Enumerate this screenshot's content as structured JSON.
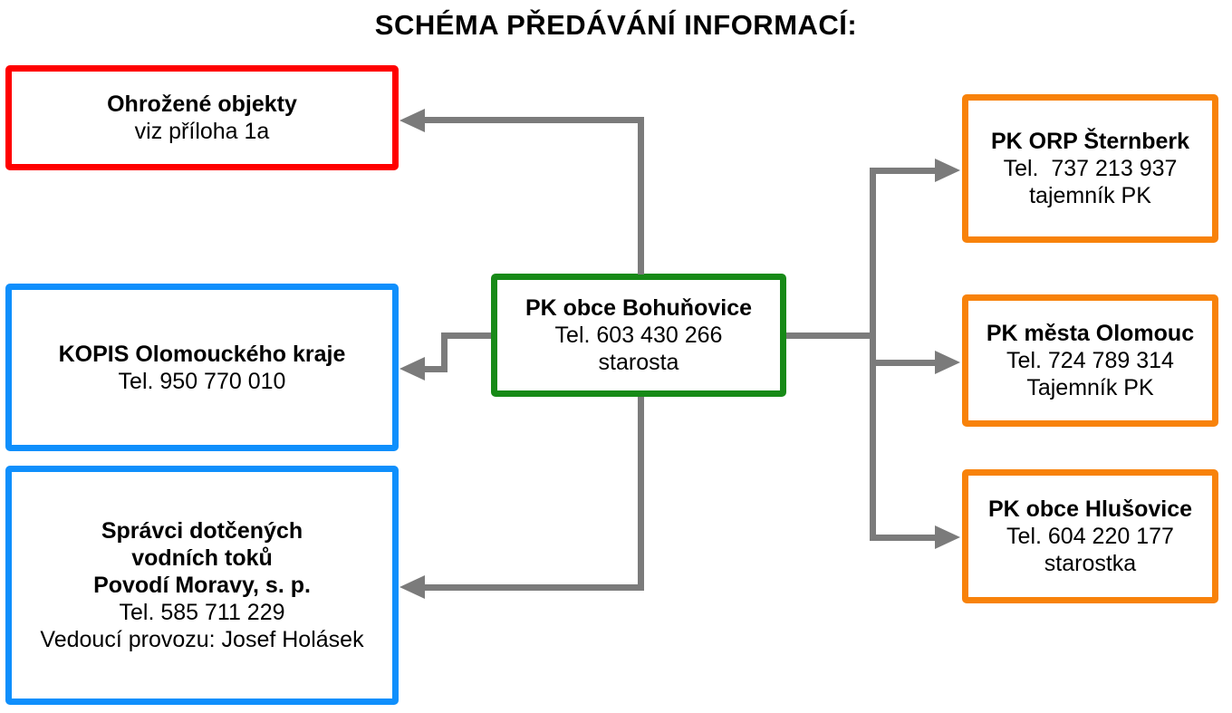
{
  "title": "SCHÉMA PŘEDÁVÁNÍ INFORMACÍ:",
  "connector_color": "#7B7B7B",
  "boxes": {
    "ohrozene": {
      "border_color": "#FF0000",
      "line1": "Ohrožené objekty",
      "line2": "viz příloha 1a"
    },
    "kopis": {
      "border_color": "#0F8FFC",
      "line1": "KOPIS Olomouckého kraje",
      "line2": "Tel. 950 770 010"
    },
    "spravci": {
      "border_color": "#0F8FFC",
      "line1": "Správci dotčených",
      "line2": "vodních toků",
      "line3": "Povodí Moravy, s. p.",
      "line4": "Tel. 585 711 229",
      "line5": "Vedoucí provozu: Josef Holásek"
    },
    "bohunovice": {
      "border_color": "#178A17",
      "line1": "PK obce Bohuňovice",
      "line2": "Tel. 603 430 266",
      "line3": "starosta"
    },
    "sternberk": {
      "border_color": "#F8820A",
      "line1": "PK ORP Šternberk",
      "line2": "Tel.  737 213 937",
      "line3": "tajemník PK"
    },
    "olomouc": {
      "border_color": "#F8820A",
      "line1": "PK města Olomouc",
      "line2": "Tel. 724 789 314",
      "line3": "Tajemník PK"
    },
    "hlusovice": {
      "border_color": "#F8820A",
      "line1": "PK obce Hlušovice",
      "line2": "Tel. 604 220 177",
      "line3": "starostka"
    }
  }
}
